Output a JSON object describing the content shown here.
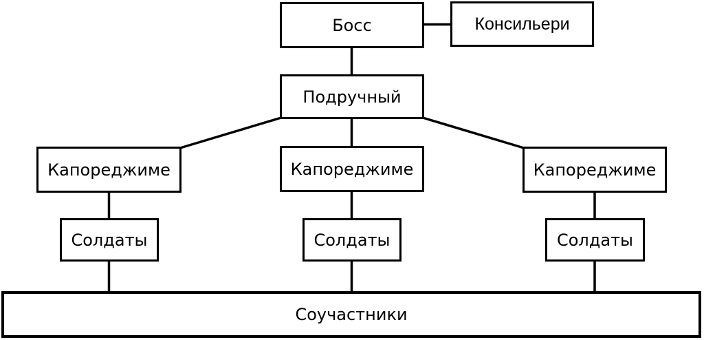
{
  "diagram": {
    "type": "org-chart",
    "background_color": "#ffffff",
    "box_fill_color": "#ffffff",
    "line_color": "#000000",
    "nodes": {
      "boss": "Босс",
      "consigliere": "Консильери",
      "underboss": "Подручный",
      "caporegime": [
        "Капореджиме",
        "Капореджиме",
        "Капореджиме"
      ],
      "soldiers": [
        "Солдаты",
        "Солдаты",
        "Солдаты"
      ],
      "associates": "Соучастники"
    },
    "edges": [
      {
        "from": "boss",
        "to": "consigliere"
      },
      {
        "from": "boss",
        "to": "underboss"
      },
      {
        "from": "underboss",
        "to": "caporegime.0"
      },
      {
        "from": "underboss",
        "to": "caporegime.1"
      },
      {
        "from": "underboss",
        "to": "caporegime.2"
      },
      {
        "from": "caporegime.0",
        "to": "soldiers.0"
      },
      {
        "from": "caporegime.1",
        "to": "soldiers.1"
      },
      {
        "from": "caporegime.2",
        "to": "soldiers.2"
      },
      {
        "from": "soldiers.0",
        "to": "associates"
      },
      {
        "from": "soldiers.1",
        "to": "associates"
      },
      {
        "from": "soldiers.2",
        "to": "associates"
      }
    ]
  }
}
